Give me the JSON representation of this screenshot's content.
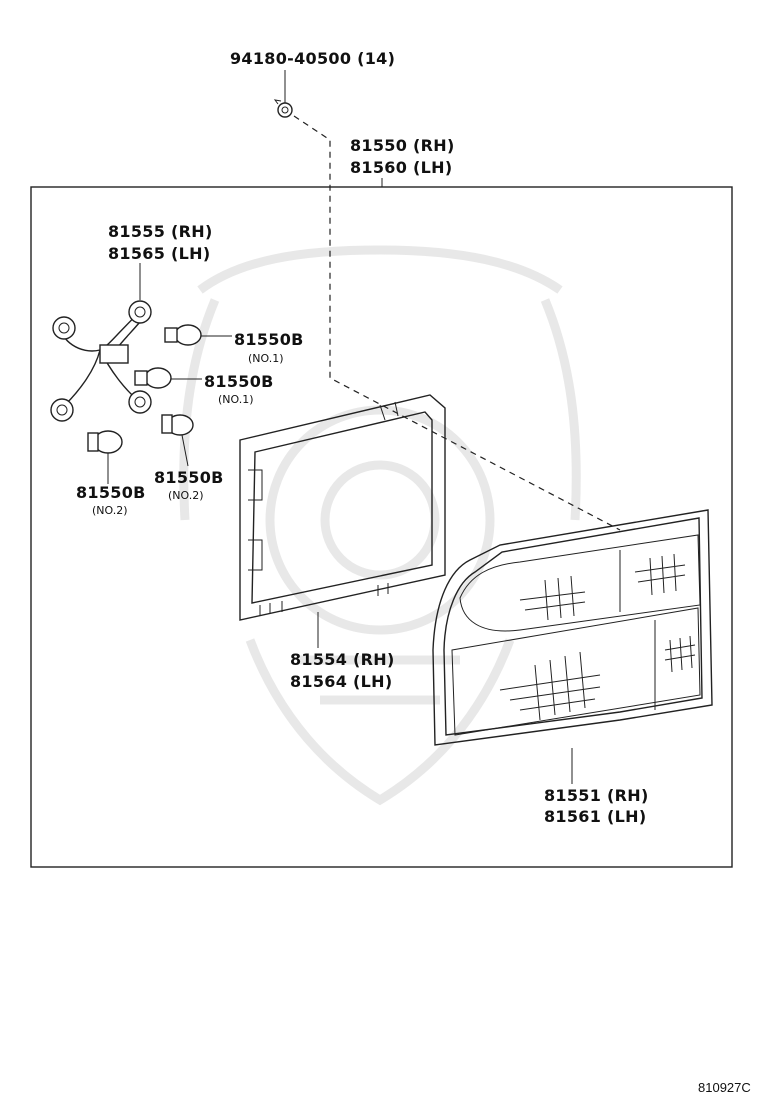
{
  "labels": {
    "clip": "94180-40500 (14)",
    "assy_rh": "81550 (RH)",
    "assy_lh": "81560 (LH)",
    "socket_rh": "81555 (RH)",
    "socket_lh": "81565 (LH)",
    "bulb1a": "81550B",
    "bulb1a_sub": "(NO.1)",
    "bulb1b": "81550B",
    "bulb1b_sub": "(NO.1)",
    "bulb2a": "81550B",
    "bulb2a_sub": "(NO.2)",
    "bulb2b": "81550B",
    "bulb2b_sub": "(NO.2)",
    "gasket_rh": "81554 (RH)",
    "gasket_lh": "81564 (LH)",
    "lens_rh": "81551 (RH)",
    "lens_lh": "81561 (LH)"
  },
  "diagram_code": "810927C"
}
